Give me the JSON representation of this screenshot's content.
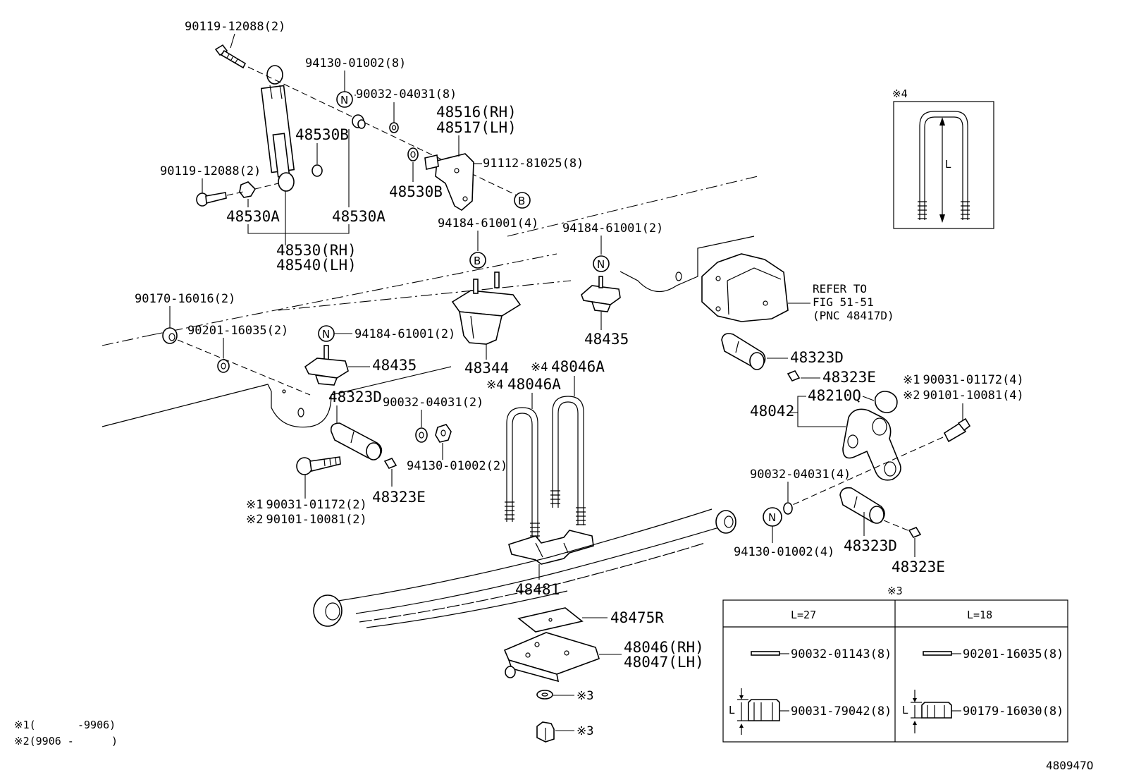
{
  "diagram_id": "480947O",
  "parts": {
    "bolt_top": "90119-12088(2)",
    "nut_top": "94130-01002(8)",
    "washer_top": "90032-04031(8)",
    "bracket_rh": "48516(RH)",
    "bracket_lh": "48517(LH)",
    "bushing_b_mid": "48530B",
    "bolt_mid": "90119-12088(2)",
    "bushing_b_low": "48530B",
    "bolt_bracket": "91112-81025(8)",
    "bushing_a_left": "48530A",
    "bushing_a_right": "48530A",
    "absorber_rh": "48530(RH)",
    "absorber_lh": "48540(LH)",
    "stud_b": "94184-61001(4)",
    "stud_n_right": "94184-61001(2)",
    "nut_left": "90170-16016(2)",
    "washer_left": "90201-16035(2)",
    "stud_n_left": "94184-61001(2)",
    "bumper_left": "48435",
    "bumper_right": "48435",
    "stopper": "48344",
    "ubolt_a": "48046A",
    "ubolt_b": "48046A",
    "pin_left": "48323D",
    "washer_mid": "90032-04031(2)",
    "nut_mid": "94130-01002(2)",
    "grease_left": "48323E",
    "bolt_left_1": "90031-01172(2)",
    "bolt_left_2": "90101-10081(2)",
    "pin_right_top": "48323D",
    "grease_right_top": "48323E",
    "shackle_sub": "48210Q",
    "shackle": "48042",
    "bolt_right_1": "90031-01172(4)",
    "bolt_right_2": "90101-10081(4)",
    "washer_right": "90032-04031(4)",
    "nut_right": "94130-01002(4)",
    "pin_right_low": "48323D",
    "grease_right_low": "48323E",
    "seat": "48481",
    "spacer": "48475R",
    "plate_rh": "48046(RH)",
    "plate_lh": "48047(LH)"
  },
  "markers": {
    "b": "B",
    "n": "N",
    "note1": "※1",
    "note2": "※2",
    "note3": "※3",
    "note4": "※4"
  },
  "refer": {
    "line1": "REFER TO",
    "line2": "FIG 51-51",
    "line3": "(PNC 48417D)"
  },
  "inset4": {
    "title": "※4",
    "dim": "L"
  },
  "table3": {
    "title": "※3",
    "col1_header": "L=27",
    "col2_header": "L=18",
    "c1_r1": "90032-01143(8)",
    "c1_r2": "90031-79042(8)",
    "c2_r1": "90201-16035(8)",
    "c2_r2": "90179-16030(8)",
    "dim": "L"
  },
  "legend": {
    "note1_range": "-9906)",
    "note2_range": "(9906 -",
    "note2_close": ")",
    "paren_open": "("
  }
}
